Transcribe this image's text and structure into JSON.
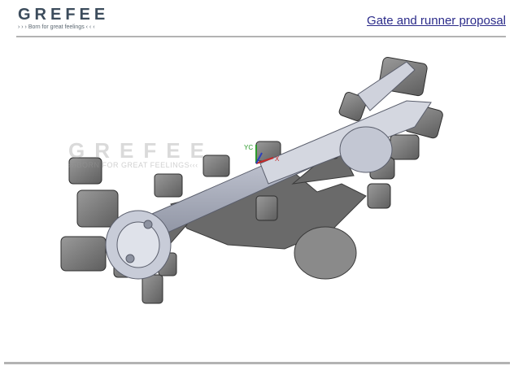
{
  "brand": {
    "name": "GREFEE",
    "tagline": "› › › Born for great feelings ‹ ‹ ‹"
  },
  "title": "Gate and runner proposal",
  "figure": {
    "subject": "cast-axle-with-gating-system",
    "watermark_name": "GREFEE",
    "watermark_tagline": "›››BORN FOR GREAT FEELINGS‹‹‹",
    "axis_labels": [
      "YC",
      "X"
    ]
  },
  "colors": {
    "brand_text": "#3c4c5c",
    "title_text": "#2b2b8a",
    "rule": "#b3b3b3",
    "part_body": "#c9ccd6",
    "runner": "#6d6d6d",
    "feeder": "#8a8a8a"
  }
}
